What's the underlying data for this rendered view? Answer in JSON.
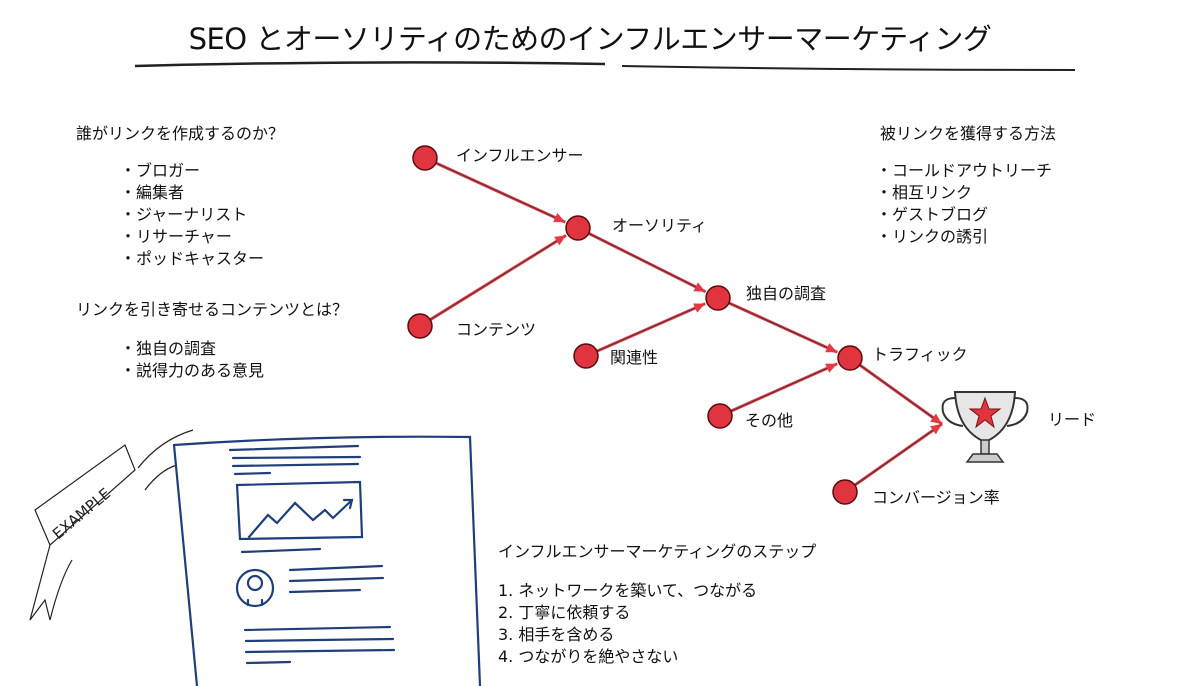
{
  "title": "SEO とオーソリティのためのインフルエンサーマーケティング",
  "who_creates_links": {
    "heading": "誰がリンクを作成するのか？",
    "items": [
      "ブロガー",
      "編集者",
      "ジャーナリスト",
      "リサーチャー",
      "ポッドキャスター"
    ]
  },
  "link_attracting_content": {
    "heading": "リンクを引き寄せるコンテンツとは？",
    "items": [
      "独自の調査",
      "説得力のある意見"
    ]
  },
  "backlink_methods": {
    "heading": "被リンクを獲得する方法",
    "items": [
      "コールドアウトリーチ",
      "相互リンク",
      "ゲストブログ",
      "リンクの誘引"
    ]
  },
  "flow_nodes": {
    "influencer": "インフルエンサー",
    "authority": "オーソリティ",
    "content": "コンテンツ",
    "research": "独自の調査",
    "relevance": "関連性",
    "traffic": "トラフィック",
    "other": "その他",
    "lead": "リード",
    "conversion": "コンバージョン率"
  },
  "example_banner": "EXAMPLE",
  "steps": {
    "heading": "インフルエンサーマーケティングのステップ",
    "items": [
      "1. ネットワークを築いて、つながる",
      "2. 丁寧に依頼する",
      "3. 相手を含める",
      "4. つながりを絶やさない"
    ]
  },
  "colors": {
    "node": "#e0343f",
    "arrow": "#e23a45",
    "sketch": "#1f3f7a",
    "ink": "#222222"
  }
}
